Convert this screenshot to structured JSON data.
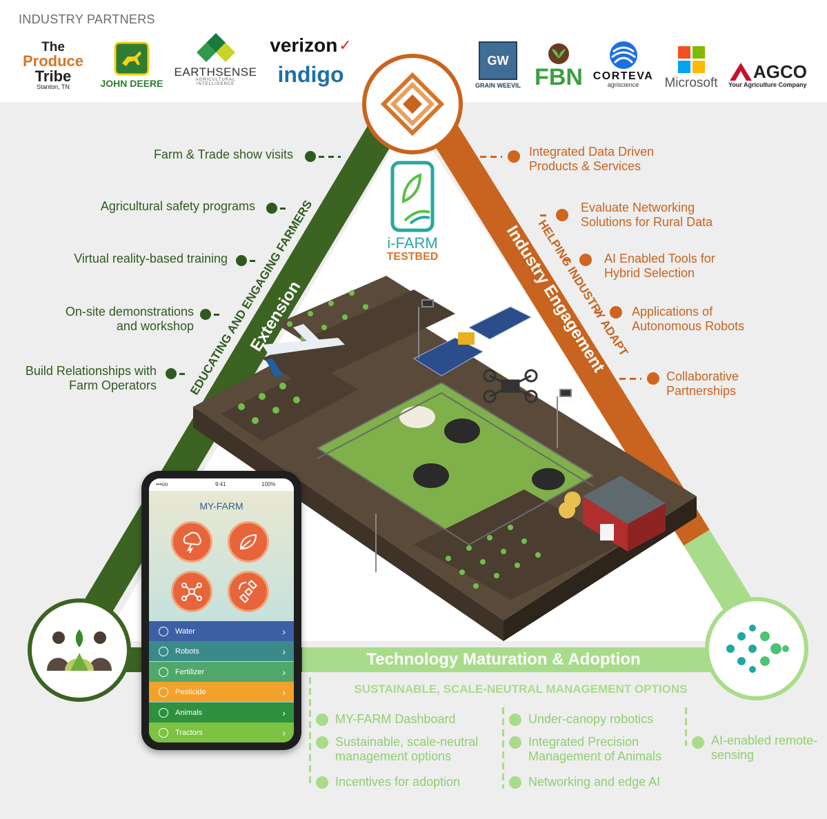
{
  "header": {
    "title": "INDUSTRY PARTNERS"
  },
  "partners": {
    "produce_tribe": {
      "line1": "The",
      "line2": "Produce",
      "line3": "Tribe",
      "line4": "Stanton, TN"
    },
    "john_deere": "JOHN DEERE",
    "earthsense": {
      "name": "EARTHSENSE",
      "tagline": "AGRICULTURAL INTELLIGENCE"
    },
    "verizon": "verizon",
    "indigo": "indigo",
    "grain_weevil": {
      "mark": "GW",
      "name": "GRAIN WEEVIL"
    },
    "fbn": "FBN",
    "corteva": {
      "name": "CORTEVA",
      "tagline": "agriscience"
    },
    "microsoft": "Microsoft",
    "agco": {
      "name": "AGCO",
      "tagline": "Your Agriculture Company"
    }
  },
  "center": {
    "title": "i-FARM",
    "subtitle": "TESTBED"
  },
  "left_side": {
    "label_main": "Extension",
    "label_sub": "EDUCATING AND ENGAGING FARMERS",
    "items": [
      "Farm & Trade show visits",
      "Agricultural safety programs",
      "Virtual reality-based training",
      "On-site demonstrations and workshop",
      "Build Relationships with Farm Operators"
    ]
  },
  "right_side": {
    "label_main": "Industry Engagement",
    "label_sub": "HELPING INDUSTRY ADAPT",
    "items": [
      "Integrated Data Driven Products & Services",
      "Evaluate Networking Solutions for Rural Data",
      "AI Enabled Tools for Hybrid Selection",
      "Applications of Autonomous Robots",
      "Collaborative Partnerships"
    ]
  },
  "bottom_side": {
    "label_main": "Technology Maturation & Adoption",
    "subtitle": "SUSTAINABLE, SCALE-NEUTRAL MANAGEMENT OPTIONS",
    "col1": [
      "MY-FARM Dashboard",
      "Sustainable, scale-neutral management options",
      "Incentives for adoption"
    ],
    "col2": [
      "Under-canopy robotics",
      "Integrated Precision Management of Animals",
      "Networking and edge AI"
    ],
    "col3": [
      "AI-enabled remote-sensing"
    ]
  },
  "phone": {
    "time": "9:41",
    "battery": "100%",
    "signal": "•••oo",
    "app_title": "MY-FARM",
    "tiles": [
      "weather-icon",
      "leaf-icon",
      "network-icon",
      "satellite-icon"
    ],
    "menu": [
      {
        "label": "Water",
        "color": "#3d5fa6"
      },
      {
        "label": "Robots",
        "color": "#3a8a8a"
      },
      {
        "label": "Fertilizer",
        "color": "#4fa86a"
      },
      {
        "label": "Pesticide",
        "color": "#f2a12a"
      },
      {
        "label": "Animals",
        "color": "#2f9040"
      },
      {
        "label": "Tractors",
        "color": "#7cc243"
      }
    ]
  },
  "colors": {
    "green_dark": "#3b6322",
    "orange": "#c8641f",
    "green_light": "#a8dc8a",
    "panel": "#eeeeee"
  }
}
